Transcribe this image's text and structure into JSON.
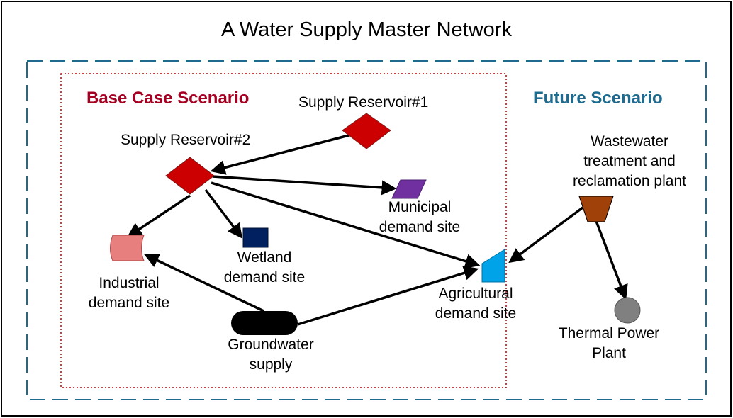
{
  "title": "A Water Supply Master Network",
  "scenarios": {
    "base": {
      "label": "Base Case Scenario",
      "color": "#a50021"
    },
    "future": {
      "label": "Future Scenario",
      "color": "#1f6b8f"
    }
  },
  "nodes": {
    "supply_reservoir_1": {
      "label": "Supply Reservoir#1",
      "shape": "diamond",
      "color": "#cc0000"
    },
    "supply_reservoir_2": {
      "label": "Supply Reservoir#2",
      "shape": "diamond",
      "color": "#cc0000"
    },
    "municipal": {
      "line1": "Municipal",
      "line2": "demand site",
      "shape": "parallelogram",
      "color": "#7030a0"
    },
    "wetland": {
      "line1": "Wetland",
      "line2": "demand site",
      "shape": "square",
      "color": "#002060"
    },
    "industrial": {
      "line1": "Industrial",
      "line2": "demand site",
      "shape": "curved-tab",
      "color": "#e87f7f"
    },
    "agricultural": {
      "line1": "Agricultural",
      "line2": "demand site",
      "shape": "trapezoid",
      "color": "#00a2e8"
    },
    "groundwater": {
      "line1": "Groundwater",
      "line2": "supply",
      "shape": "pill",
      "color": "#000000"
    },
    "wastewater": {
      "line1": "Wastewater",
      "line2": "treatment and",
      "line3": "reclamation plant",
      "shape": "inverted-trapezoid",
      "color": "#a0410a"
    },
    "thermal": {
      "line1": "Thermal Power",
      "line2": "Plant",
      "shape": "circle",
      "color": "#808080"
    }
  },
  "links": [
    {
      "from": "Supply Reservoir#1",
      "to": "Supply Reservoir#2"
    },
    {
      "from": "Supply Reservoir#2",
      "to": "Municipal demand site"
    },
    {
      "from": "Supply Reservoir#2",
      "to": "Industrial demand site"
    },
    {
      "from": "Supply Reservoir#2",
      "to": "Wetland demand site"
    },
    {
      "from": "Supply Reservoir#2",
      "to": "Agricultural demand site"
    },
    {
      "from": "Groundwater supply",
      "to": "Industrial demand site"
    },
    {
      "from": "Groundwater supply",
      "to": "Agricultural demand site"
    },
    {
      "from": "Wastewater treatment and reclamation plant",
      "to": "Agricultural demand site"
    },
    {
      "from": "Wastewater treatment and reclamation plant",
      "to": "Thermal Power Plant"
    }
  ]
}
